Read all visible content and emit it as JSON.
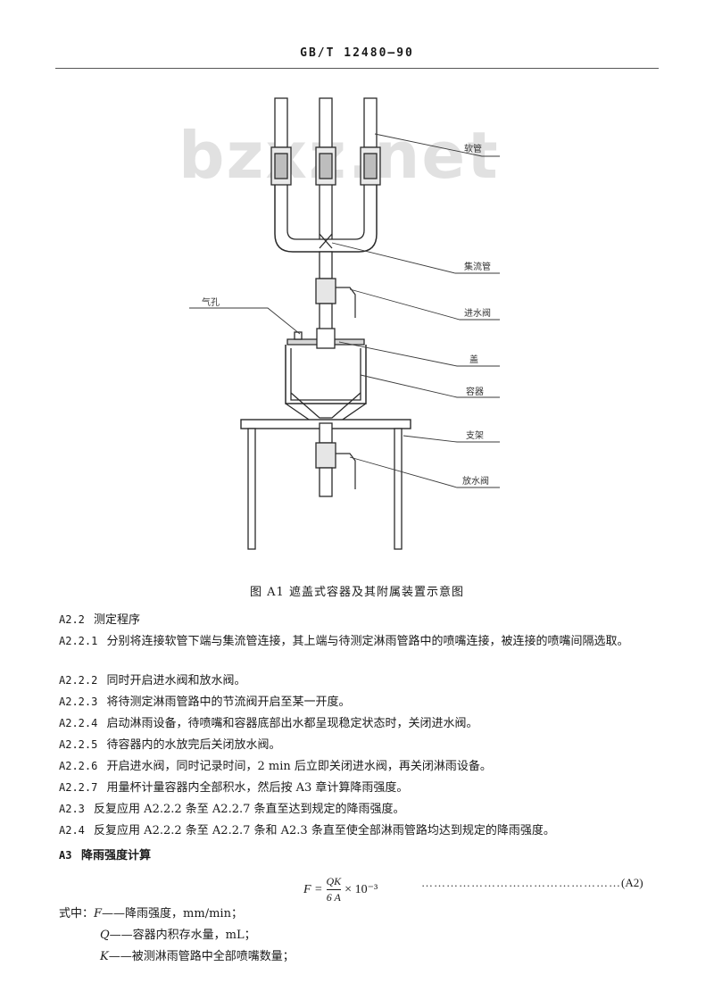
{
  "header": {
    "standard": "GB/T  12480—90"
  },
  "watermark": "bzxz.net",
  "figure": {
    "labels": {
      "hose": "软管",
      "header_pipe": "集流管",
      "inlet_valve": "进水阀",
      "vent": "气孔",
      "lid": "盖",
      "container": "容器",
      "stand": "支架",
      "outlet_valve": "放水阀"
    },
    "caption": "图 A1   遮盖式容器及其附属装置示意图"
  },
  "section_a22": {
    "num": "A2.2",
    "title": "测定程序"
  },
  "steps": [
    {
      "num": "A2.2.1",
      "text": "分别将连接软管下端与集流管连接，其上端与待测定淋雨管路中的喷嘴连接，被连接的喷嘴间隔选取。"
    },
    {
      "num": "A2.2.2",
      "text": "同时开启进水阀和放水阀。"
    },
    {
      "num": "A2.2.3",
      "text": "将待测定淋雨管路中的节流阀开启至某一开度。"
    },
    {
      "num": "A2.2.4",
      "text": "启动淋雨设备，待喷嘴和容器底部出水都呈现稳定状态时，关闭进水阀。"
    },
    {
      "num": "A2.2.5",
      "text": "待容器内的水放完后关闭放水阀。"
    },
    {
      "num": "A2.2.6",
      "text": "开启进水阀，同时记录时间，2 min 后立即关闭进水阀，再关闭淋雨设备。"
    },
    {
      "num": "A2.2.7",
      "text": "用量杯计量容器内全部积水，然后按 A3 章计算降雨强度。"
    },
    {
      "num": "A2.3",
      "text": "反复应用 A2.2.2 条至 A2.2.7 条直至达到规定的降雨强度。"
    },
    {
      "num": "A2.4",
      "text": "反复应用 A2.2.2 条至 A2.2.7 条和 A2.3 条直至使全部淋雨管路均达到规定的降雨强度。"
    }
  ],
  "section_a3": {
    "num": "A3",
    "title": "降雨强度计算"
  },
  "formula": {
    "lhs": "F =",
    "numerator": "QK",
    "denominator": "6 A",
    "factor": "× 10⁻³",
    "eq_number": "(A2)"
  },
  "definitions": {
    "intro": "式中：",
    "items": [
      {
        "symbol": "F",
        "text": "——降雨强度，mm/min；"
      },
      {
        "symbol": "Q",
        "text": "——容器内积存水量，mL；"
      },
      {
        "symbol": "K",
        "text": "——被测淋雨管路中全部喷嘴数量；"
      }
    ]
  }
}
